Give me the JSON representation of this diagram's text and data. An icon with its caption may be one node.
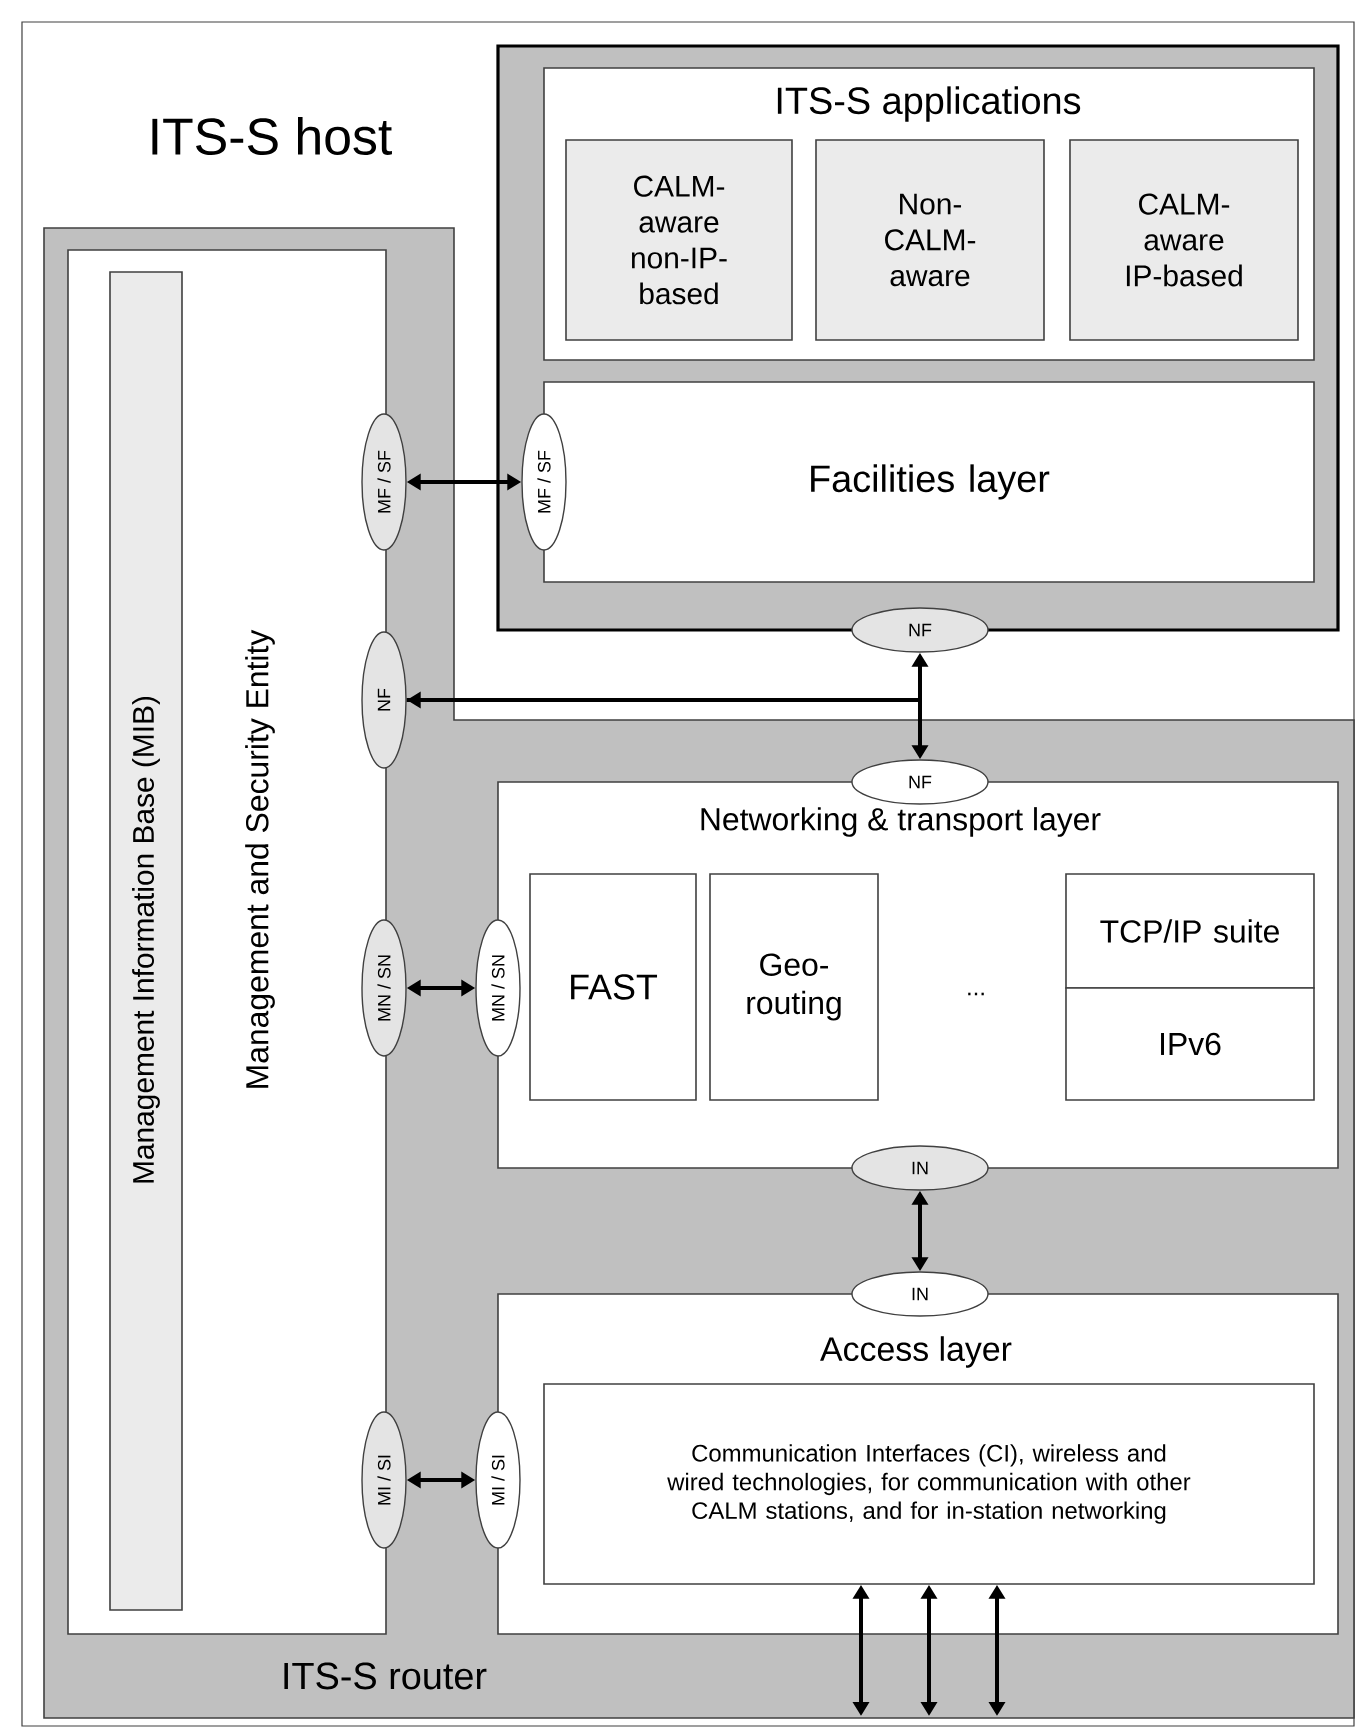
{
  "diagram": {
    "nodes": [
      {
        "text": [
          "ITS-S host"
        ]
      },
      {
        "text": [],
        "shape": "box",
        "in": 0
      },
      {
        "text": [
          "ITS-S applications"
        ],
        "in": 1
      },
      {
        "text": [
          "CALM-aware non-IP-based"
        ],
        "in": 2
      },
      {
        "text": [
          "Non-CALM-aware"
        ],
        "in": 2
      },
      {
        "text": [
          "CALM-aware IP-based"
        ],
        "in": 2
      },
      {
        "text": [
          "Facilities layer"
        ],
        "in": 1
      },
      {
        "text": [
          "ITS-S router"
        ],
        "in": 0
      },
      {
        "text": [
          "Management and Security Entity"
        ],
        "in": 7
      },
      {
        "text": [
          "Management Information Base (MIB)"
        ],
        "in": 8
      },
      {
        "text": [
          "Networking & transport layer"
        ],
        "in": 7
      },
      {
        "text": [
          "FAST"
        ],
        "in": 10
      },
      {
        "text": [
          "Geo-routing"
        ],
        "in": 10
      },
      {
        "text": [
          "TCP/IP suite"
        ],
        "in": 10
      },
      {
        "text": [
          "IPv6"
        ],
        "in": 10
      },
      {
        "text": [
          "Access layer"
        ],
        "in": 7
      },
      {
        "text": [
          "Communication Interfaces (CI), wireless and wired technologies, for communication with other CALM stations, and for in-station networking"
        ],
        "in": 15
      },
      {
        "text": [
          "MF / SF"
        ],
        "in": 7
      },
      {
        "text": [
          "MF / SF"
        ],
        "in": 1
      },
      {
        "text": [
          "NF"
        ],
        "in": 7
      },
      {
        "text": [
          "NF"
        ],
        "in": 0
      },
      {
        "text": [
          "NF"
        ],
        "in": 7
      },
      {
        "text": [
          "MN / SN"
        ],
        "in": 7
      },
      {
        "text": [
          "MN / SN"
        ],
        "in": 7
      },
      {
        "text": [
          "IN"
        ],
        "in": 7
      },
      {
        "text": [
          "IN"
        ],
        "in": 7
      },
      {
        "text": [
          "MI / SI"
        ],
        "in": 7
      },
      {
        "text": [
          "MI / SI"
        ],
        "in": 7
      }
    ],
    "edges": [
      {
        "from": 17,
        "to": 18,
        "arrow": "both"
      },
      {
        "from": 19,
        "to": 20,
        "arrow": "both"
      },
      {
        "from": 19,
        "to": 21,
        "arrow": "to"
      },
      {
        "from": 22,
        "to": 23,
        "arrow": "both"
      },
      {
        "from": 24,
        "to": 25,
        "arrow": "both"
      },
      {
        "from": 26,
        "to": 27,
        "arrow": "both"
      },
      {
        "from": 16,
        "to": null,
        "arrow": "both"
      },
      {
        "from": 16,
        "to": null,
        "arrow": "both"
      },
      {
        "from": 16,
        "to": null,
        "arrow": "both"
      }
    ],
    "labels": [
      "..."
    ]
  }
}
